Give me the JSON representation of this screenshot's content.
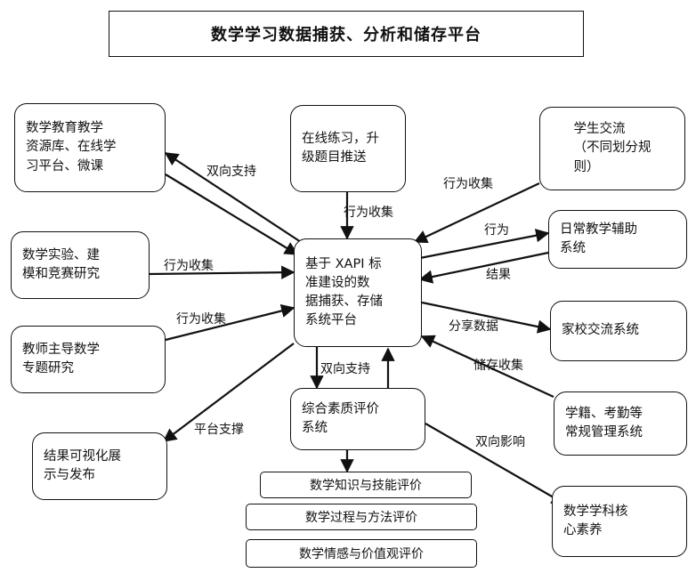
{
  "title": "数学学习数据捕获、分析和储存平台",
  "center": "基于 XAPI 标\n准建设的数\n据捕获、存储\n系统平台",
  "nodes": {
    "resources": "数学教育教学\n资源库、在线学\n习平台、微课",
    "online_practice": "在线练习，升\n级题目推送",
    "student_exchange": "学生交流\n（不同划分规\n则）",
    "experiment": "数学实验、建\n模和竞赛研究",
    "daily_teaching": "日常教学辅助\n系统",
    "teacher_topic": "教师主导数学\n专题研究",
    "home_school": "家校交流系统",
    "evaluation": "综合素质评价\n系统",
    "admin": "学籍、考勤等\n常规管理系统",
    "visualization": "结果可视化展\n示与发布",
    "core_literacy": "数学学科核\n心素养"
  },
  "eval_items": [
    "数学知识与技能评价",
    "数学过程与方法评价",
    "数学情感与价值观评价"
  ],
  "edge_labels": {
    "two_way_support_top": "双向支持",
    "collect_top": "行为收集",
    "collect_student": "行为收集",
    "behavior": "行为",
    "result": "结果",
    "collect_experiment": "行为收集",
    "collect_teacher": "行为收集",
    "share_data": "分享数据",
    "store_collect": "储存收集",
    "two_way_support_bottom": "双向支持",
    "platform_support": "平台支撑",
    "two_way_influence": "双向影响"
  }
}
